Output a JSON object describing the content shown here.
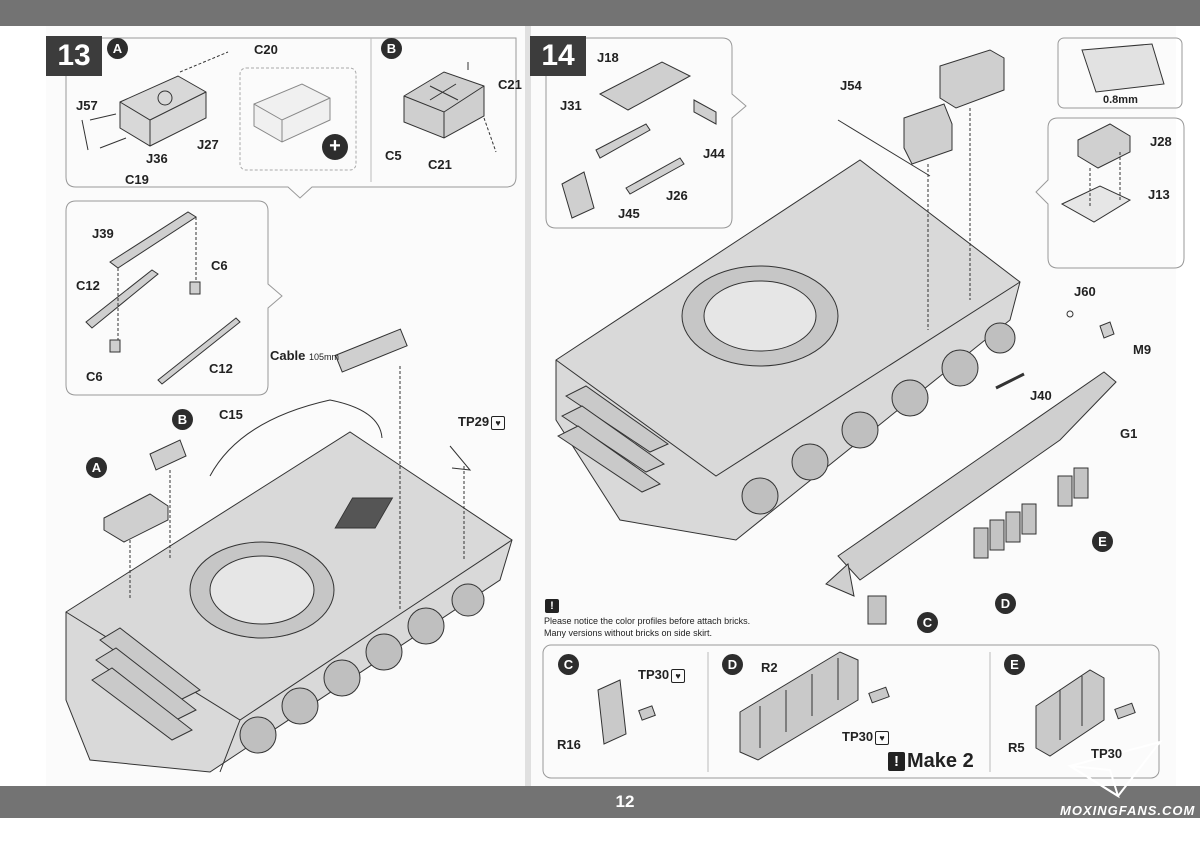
{
  "page_number": "12",
  "watermark": "MOXINGFANS.COM",
  "step13": {
    "number": "13",
    "sub_a": "A",
    "sub_b": "B",
    "parts_a": {
      "c20": "C20",
      "j57": "J57",
      "j27": "J27",
      "j36": "J36",
      "c19": "C19"
    },
    "parts_b": {
      "c21_top": "C21",
      "c5": "C5",
      "c21_bottom": "C21"
    },
    "parts_frame": {
      "j39": "J39",
      "c6_top": "C6",
      "c12_left": "C12",
      "c6_bottom": "C6",
      "c12_bottom": "C12"
    },
    "main": {
      "c15": "C15",
      "cable": "Cable",
      "cable_length": "105mm",
      "tp29": "TP29",
      "callout_a": "A",
      "callout_b": "B"
    }
  },
  "step14": {
    "number": "14",
    "inset_parts": {
      "j18": "J18",
      "j31": "J31",
      "j44": "J44",
      "j26": "J26",
      "j45": "J45"
    },
    "right_parts": {
      "j54": "J54",
      "j28": "J28",
      "j13": "J13",
      "measure": "0.8mm",
      "j60": "J60",
      "m9": "M9",
      "j40": "J40",
      "g1": "G1"
    },
    "callouts": {
      "c": "C",
      "d": "D",
      "e": "E"
    },
    "notice": {
      "icon": "!",
      "line1": "Please notice the color profiles before attach bricks.",
      "line2": "Many versions without bricks on side skirt."
    },
    "sub_c": {
      "label": "C",
      "tp30": "TP30",
      "r16": "R16"
    },
    "sub_d": {
      "label": "D",
      "r2": "R2",
      "tp30": "TP30"
    },
    "sub_e": {
      "label": "E",
      "r5": "R5",
      "tp30": "TP30"
    },
    "make": {
      "icon": "!",
      "text": "Make 2"
    }
  },
  "icons": [
    "magnify-plus-icon",
    "broken-heart-icon",
    "paper-plane-logo-icon"
  ]
}
